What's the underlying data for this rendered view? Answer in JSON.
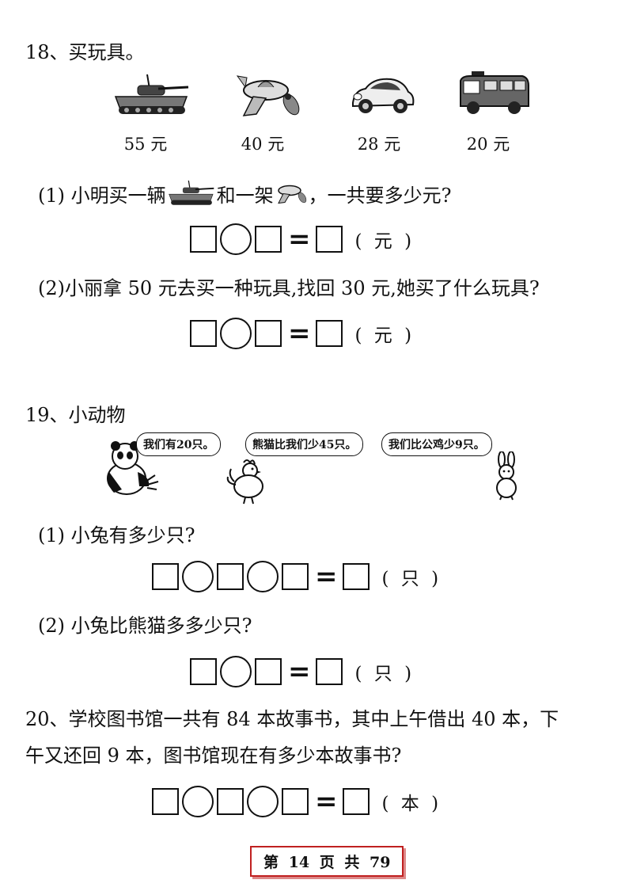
{
  "q18": {
    "title": "18、买玩具。",
    "toys": [
      {
        "icon": "tank-icon",
        "price": "55 元"
      },
      {
        "icon": "airplane-icon",
        "price": "40 元"
      },
      {
        "icon": "car-icon",
        "price": "28 元"
      },
      {
        "icon": "bus-icon",
        "price": "20 元"
      }
    ],
    "sub1": {
      "prefix": "(1) 小明买一辆",
      "middle": "和一架",
      "suffix": "，一共要多少元?",
      "unit": "( 元 )"
    },
    "sub2": {
      "text": "(2)小丽拿 50 元去买一种玩具,找回 30 元,她买了什么玩具?",
      "unit": "( 元 )"
    }
  },
  "q19": {
    "title": "19、小动物",
    "bubbles": [
      "我们有20只。",
      "熊猫比我们少45只。",
      "我们比公鸡少9只。"
    ],
    "sub1": {
      "text": "(1) 小兔有多少只?",
      "unit": "( 只 )"
    },
    "sub2": {
      "text": "(2) 小兔比熊猫多多少只?",
      "unit": "( 只 )"
    }
  },
  "q20": {
    "line1": "20、学校图书馆一共有 84 本故事书，其中上午借出 40 本，下",
    "line2": "午又还回 9 本，图书馆现在有多少本故事书?",
    "unit": "( 本 )"
  },
  "footer": {
    "di": "第",
    "page": "14",
    "ye": "页",
    "gong": "共",
    "total": "79"
  }
}
